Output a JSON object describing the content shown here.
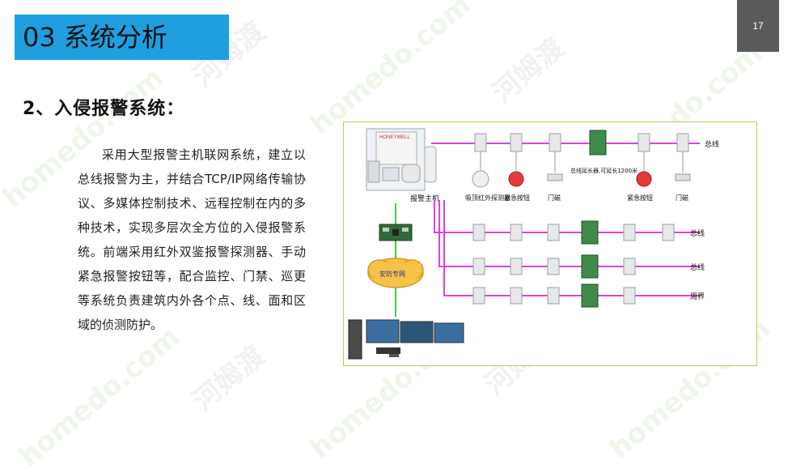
{
  "header": {
    "title": "03 系统分析",
    "page_number": "17"
  },
  "section": {
    "heading": "2、入侵报警系统："
  },
  "body": {
    "paragraph": "采用大型报警主机联网系统，建立以总线报警为主，并结合TCP/IP网络传输协议、多媒体控制技术、远程控制在内的多种技术，实现多层次全方位的入侵报警系统。前端采用红外双鉴报警探测器、手动紧急报警按钮等，配合监控、门禁、巡更等系统负责建筑内外各个点、线、面和区域的侦测防护。"
  },
  "diagram": {
    "brand": "HONEYWELL",
    "host_label": "报警主机",
    "network_label": "安防专网",
    "line_labels": [
      "总线",
      "总线",
      "总线",
      "周界"
    ],
    "device_labels": {
      "ceiling_detector": "吸顶红外探测器",
      "emergency_button_1": "紧急按钮",
      "door_contact_1": "门磁",
      "bus_extender": "总线延长器,可延长1200米",
      "emergency_button_2": "紧急按钮",
      "door_contact_2": "门磁"
    },
    "colors": {
      "bus_line": "#e040e0",
      "network_line": "#44c844",
      "border": "#b5d05a"
    }
  },
  "watermark": {
    "text_1": "homedo.com",
    "text_2": "河姆渡"
  }
}
